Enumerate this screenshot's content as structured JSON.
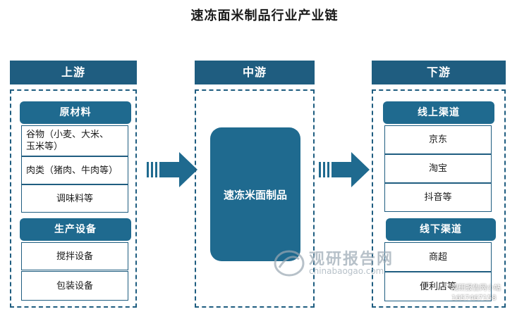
{
  "title": "速冻面米制品行业产业链",
  "upstream": {
    "header": "上游",
    "group1": {
      "label": "原材料",
      "items": [
        "谷物（小麦、大米、\n玉米等）",
        "肉类（猪肉、牛肉等）",
        "调味料等"
      ]
    },
    "group2": {
      "label": "生产设备",
      "items": [
        "搅拌设备",
        "包装设备"
      ]
    }
  },
  "midstream": {
    "header": "中游",
    "product": "速冻米面制品"
  },
  "downstream": {
    "header": "下游",
    "online": {
      "label": "线上渠道",
      "items": [
        "京东",
        "淘宝",
        "抖音等"
      ]
    },
    "offline": {
      "label": "线下渠道",
      "items": [
        "商超",
        "便利店等"
      ]
    }
  },
  "watermark": {
    "brand": "观研报告网",
    "url": "chinabaogao.com",
    "corner_line1": "观研报告网小站",
    "corner_line2": "1657467158"
  },
  "colors": {
    "primary": "#1f5d80",
    "accent": "#1f6a8f"
  }
}
